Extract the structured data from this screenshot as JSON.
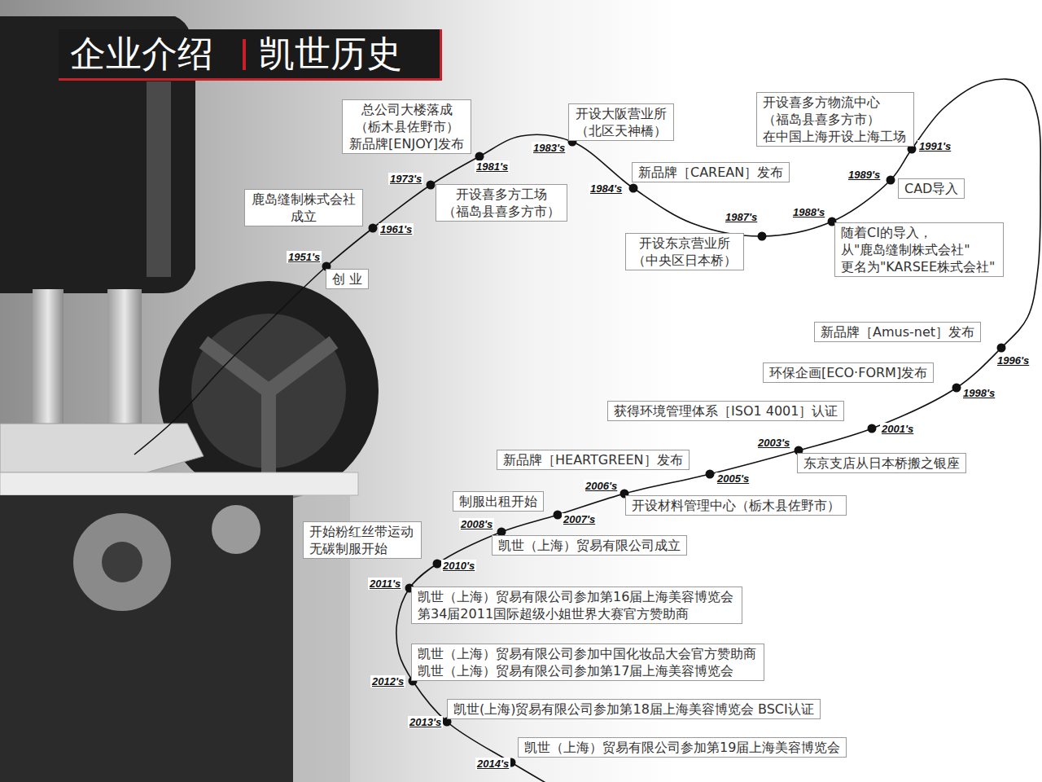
{
  "diagram": {
    "title": "企业介绍",
    "nodes": [
      {
        "text": [
          "创 业"
        ]
      },
      {
        "text": [
          "鹿岛缝制株式会社 成立"
        ]
      },
      {
        "text": [
          "总公司大楼落成 （栃木县佐野市） 新品牌[ENJOY]发布"
        ]
      },
      {
        "text": [
          "开设喜多方工场 （福岛县喜多方市）"
        ]
      },
      {
        "text": [
          "开设大阪营业所 （北区天神橋）"
        ]
      },
      {
        "text": [
          "新品牌［CAREAN］发布"
        ]
      },
      {
        "text": [
          "开设东京营业所 （中央区日本桥）"
        ]
      },
      {
        "text": [
          "开设喜多方物流中心 （福岛县喜多方市） 在中国上海开设上海工场"
        ]
      },
      {
        "text": [
          "CAD导入"
        ]
      },
      {
        "text": [
          "随着CI的导入， 从\"鹿岛缝制株式会社\" 更名为\"KARSEE株式会社\""
        ]
      },
      {
        "text": [
          "新品牌［Amus-net］发布"
        ]
      },
      {
        "text": [
          "环保企画[ECO·FORM]发布"
        ]
      },
      {
        "text": [
          "获得环境管理体系［ISO1 4001］认证"
        ]
      },
      {
        "text": [
          "东京支店从日本桥搬之银座"
        ]
      },
      {
        "text": [
          "新品牌［HEARTGREEN］发布"
        ]
      },
      {
        "text": [
          "开设材料管理中心（栃木县佐野市）"
        ]
      },
      {
        "text": [
          "制服出租开始"
        ]
      },
      {
        "text": [
          "凯世（上海）贸易有限公司成立"
        ]
      },
      {
        "text": [
          "开始粉红丝带运动 无碳制服开始"
        ]
      },
      {
        "text": [
          "凯世（上海）贸易有限公司参加第16届上海美容博览会 第34届2011国际超级小姐世界大赛官方赞助商"
        ]
      },
      {
        "text": [
          "凯世（上海）贸易有限公司参加中国化妆品大会官方赞助商 凯世（上海）贸易有限公司参加第17届上海美容博览会"
        ]
      },
      {
        "text": [
          "凯世(上海)贸易有限公司参加第18届上海美容博览会 BSCI认证"
        ]
      },
      {
        "text": [
          "凯世（上海）贸易有限公司参加第19届上海美容博览会"
        ]
      }
    ],
    "labels": [
      "凯世历史",
      "1951's",
      "1961's",
      "1973's",
      "1981's",
      "1983's",
      "1984's",
      "1987's",
      "1988's",
      "1989's",
      "1991's",
      "1996's",
      "1998's",
      "2001's",
      "2003's",
      "2005's",
      "2006's",
      "2007's",
      "2008's",
      "2010's",
      "2011's",
      "2012's",
      "2013's",
      "2014's"
    ]
  }
}
